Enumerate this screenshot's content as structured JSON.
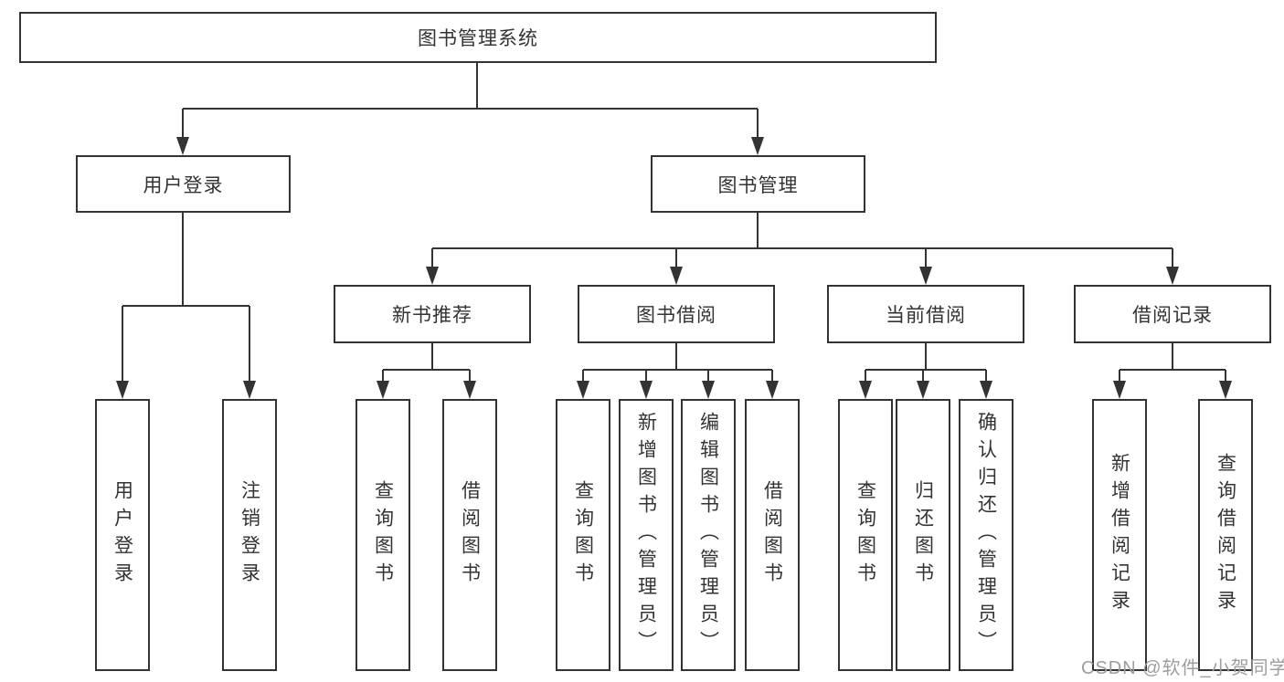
{
  "tree": {
    "root": "图书管理系统",
    "level2": [
      "用户登录",
      "图书管理"
    ],
    "level3": [
      "新书推荐",
      "图书借阅",
      "当前借阅",
      "借阅记录"
    ],
    "leaves": {
      "login": [
        "用户登录",
        "注销登录"
      ],
      "recommend": [
        "查询图书",
        "借阅图书"
      ],
      "borrow": [
        "查询图书",
        "新增图书（管理员）",
        "编辑图书（管理员）",
        "借阅图书"
      ],
      "current": [
        "查询图书",
        "归还图书",
        "确认归还（管理员）"
      ],
      "records": [
        "新增借阅记录",
        "查询借阅记录"
      ]
    }
  },
  "watermark": "CSDN @软件_小贺同学",
  "colors": {
    "line": "#333333",
    "box_border": "#333333",
    "text": "#333333",
    "watermark": "#9d9d9d",
    "background": "#ffffff"
  }
}
